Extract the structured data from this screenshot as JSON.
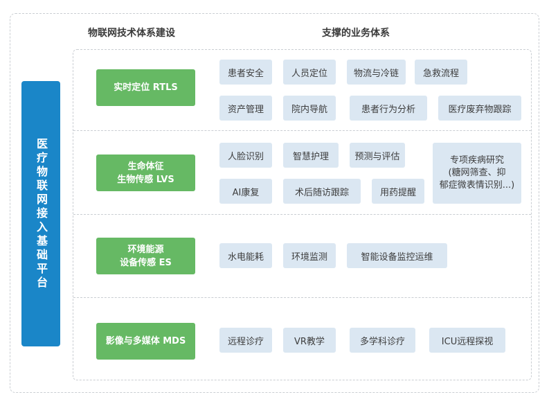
{
  "headers": {
    "left": "物联网技术体系建设",
    "right": "支撑的业务体系"
  },
  "platform": "医疗物联网接入基础平台",
  "rows": [
    {
      "tech": [
        "实时定位 RTLS"
      ],
      "items": [
        "患者安全",
        "人员定位",
        "物流与冷链",
        "急救流程",
        "资产管理",
        "院内导航",
        "患者行为分析",
        "医疗废弃物跟踪"
      ]
    },
    {
      "tech": [
        "生命体征",
        "生物传感 LVS"
      ],
      "items": [
        "人脸识别",
        "智慧护理",
        "预测与评估",
        "AI康复",
        "术后随访跟踪",
        "用药提醒"
      ],
      "research": [
        "专项疾病研究",
        "(糖网筛查、抑",
        "郁症微表情识别...)"
      ]
    },
    {
      "tech": [
        "环境能源",
        "设备传感 ES"
      ],
      "items": [
        "水电能耗",
        "环境监测",
        "智能设备监控运维"
      ]
    },
    {
      "tech": [
        "影像与多媒体 MDS"
      ],
      "items": [
        "远程诊疗",
        "VR教学",
        "多学科诊疗",
        "ICU远程探视"
      ]
    }
  ]
}
